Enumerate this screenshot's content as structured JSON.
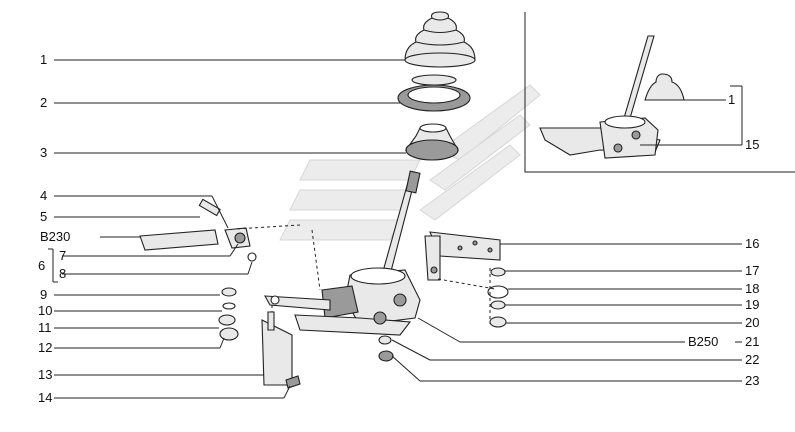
{
  "callouts_left": [
    {
      "id": "1",
      "text": "1"
    },
    {
      "id": "2",
      "text": "2"
    },
    {
      "id": "3",
      "text": "3"
    },
    {
      "id": "4",
      "text": "4"
    },
    {
      "id": "5",
      "text": "5"
    },
    {
      "id": "b230",
      "text": "B230"
    },
    {
      "id": "7",
      "text": "7"
    },
    {
      "id": "6",
      "text": "6"
    },
    {
      "id": "8",
      "text": "8"
    },
    {
      "id": "9",
      "text": "9"
    },
    {
      "id": "10",
      "text": "10"
    },
    {
      "id": "11",
      "text": "11"
    },
    {
      "id": "12",
      "text": "12"
    },
    {
      "id": "13",
      "text": "13"
    },
    {
      "id": "14",
      "text": "14"
    }
  ],
  "callouts_right": [
    {
      "id": "16",
      "text": "16"
    },
    {
      "id": "17",
      "text": "17"
    },
    {
      "id": "18",
      "text": "18"
    },
    {
      "id": "19",
      "text": "19"
    },
    {
      "id": "20",
      "text": "20"
    },
    {
      "id": "b250",
      "text": "B250"
    },
    {
      "id": "21",
      "text": "21"
    },
    {
      "id": "22",
      "text": "22"
    },
    {
      "id": "23",
      "text": "23"
    }
  ],
  "inset_callouts": [
    {
      "id": "1",
      "text": "1"
    },
    {
      "id": "15",
      "text": "15"
    }
  ],
  "colors": {
    "line": "#222222",
    "watermark": "#e6e6e6"
  }
}
